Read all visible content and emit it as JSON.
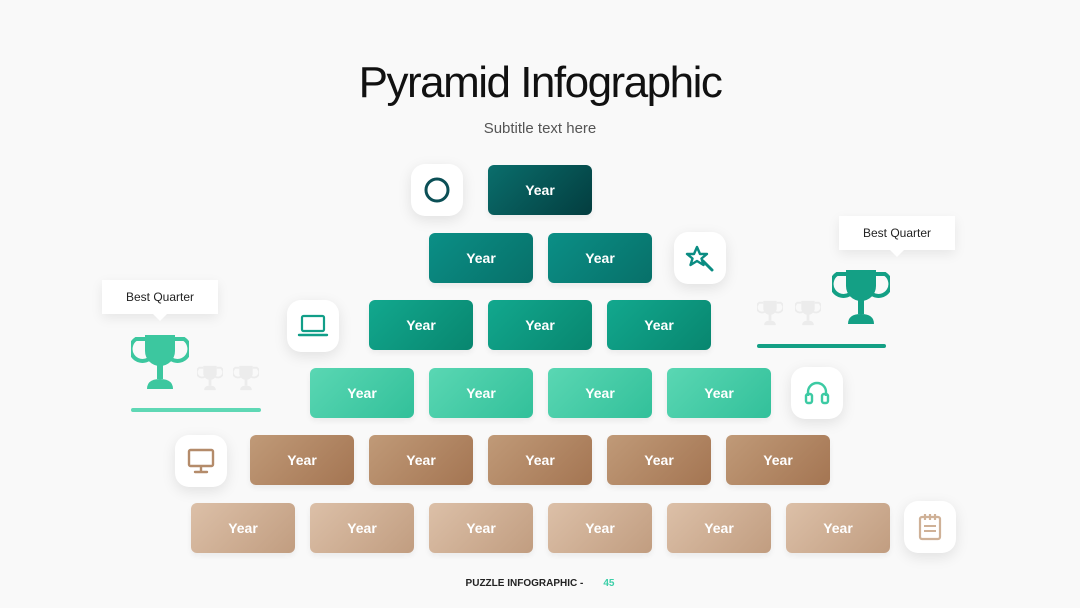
{
  "title": "Pyramid Infographic",
  "subtitle": "Subtitle text here",
  "pyramid": {
    "rows": [
      {
        "labels": [
          "Year"
        ]
      },
      {
        "labels": [
          "Year",
          "Year"
        ]
      },
      {
        "labels": [
          "Year",
          "Year",
          "Year"
        ]
      },
      {
        "labels": [
          "Year",
          "Year",
          "Year",
          "Year"
        ]
      },
      {
        "labels": [
          "Year",
          "Year",
          "Year",
          "Year",
          "Year"
        ]
      },
      {
        "labels": [
          "Year",
          "Year",
          "Year",
          "Year",
          "Year",
          "Year"
        ]
      }
    ]
  },
  "colors": {
    "row_gradients": [
      [
        "#0a6e6c",
        "#033d3f"
      ],
      [
        "#0b8f86",
        "#077069"
      ],
      [
        "#12a88e",
        "#08866f"
      ],
      [
        "#5ad7b3",
        "#32c09a"
      ],
      [
        "#c09a78",
        "#a47552"
      ],
      [
        "#dcc0a8",
        "#c19d80"
      ]
    ],
    "accent_green": "#1aa589",
    "accent_mint": "#5fd8b5",
    "accent_brown": "#b48b6a",
    "accent_tan": "#cfb197",
    "dark_teal": "#0b4f56"
  },
  "icons": [
    "moon-icon",
    "magic-wand-icon",
    "laptop-icon",
    "headset-icon",
    "monitor-icon",
    "notepad-icon",
    "trophy-icon"
  ],
  "callouts": {
    "left": "Best Quarter",
    "right": "Best Quarter"
  },
  "footer": {
    "label": "PUZZLE INFOGRAPHIC -",
    "page": "45"
  }
}
